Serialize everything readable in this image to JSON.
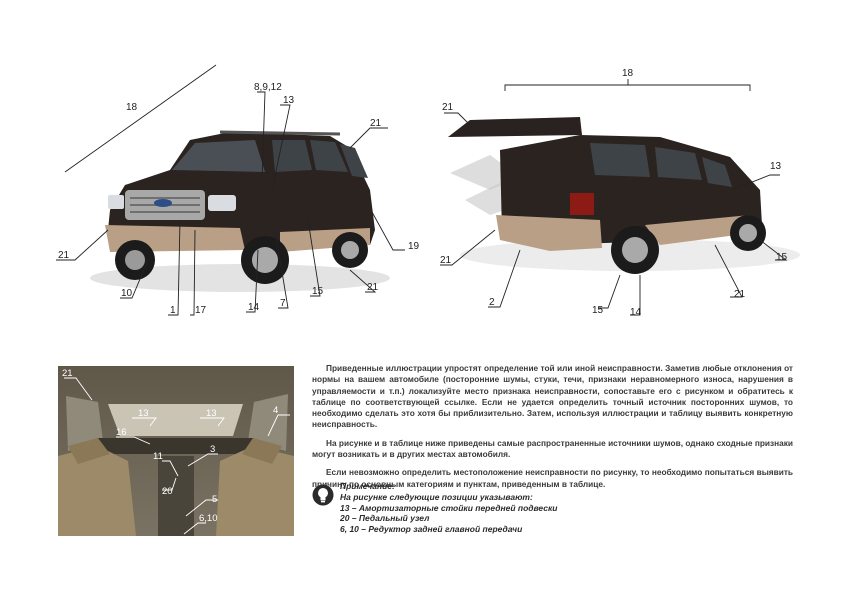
{
  "front_figure": {
    "labels": [
      "18",
      "8,9,12",
      "13",
      "21",
      "21",
      "19",
      "10",
      "1",
      "17",
      "14",
      "7",
      "15",
      "21"
    ]
  },
  "rear_figure": {
    "labels": [
      "18",
      "21",
      "13",
      "21",
      "2",
      "15",
      "14",
      "15",
      "21"
    ]
  },
  "interior_figure": {
    "labels": [
      "21",
      "13",
      "13",
      "4",
      "16",
      "3",
      "11",
      "20",
      "5",
      "6,10"
    ]
  },
  "text": {
    "p1": "Приведенные иллюстрации упростят определение той или иной неисправности. Заметив любые отклонения от нормы на вашем автомобиле (посторонние шумы, стуки, течи, признаки неравномерного износа, нарушения в управляемости и т.п.) локализуйте место признака неисправности, сопоставьте его с рисунком и обратитесь к таблице по соответствующей ссылке. Если не удается определить точный источник посторонних шумов, то необходимо сделать это хотя бы приблизительно. Затем, используя иллюстрации и таблицу выявить конкретную неисправность.",
    "p2": "На рисунке и в таблице ниже приведены самые распространенные источники шумов, однако сходные признаки могут возникать и в других местах автомобиля.",
    "p3": "Если невозможно определить местоположение неисправности по рисунку, то необходимо попытаться выявить причину по основным категориям и пунктам, приведенным в таблице."
  },
  "note": {
    "icon": "lightbulb-icon",
    "title": "Примечание:",
    "intro": "На рисунке следующие позиции указывают:",
    "items": [
      "13 – Амортизаторные стойки передней подвески",
      "20 – Педальный узел",
      "6, 10 – Редуктор задней главной передачи"
    ]
  }
}
